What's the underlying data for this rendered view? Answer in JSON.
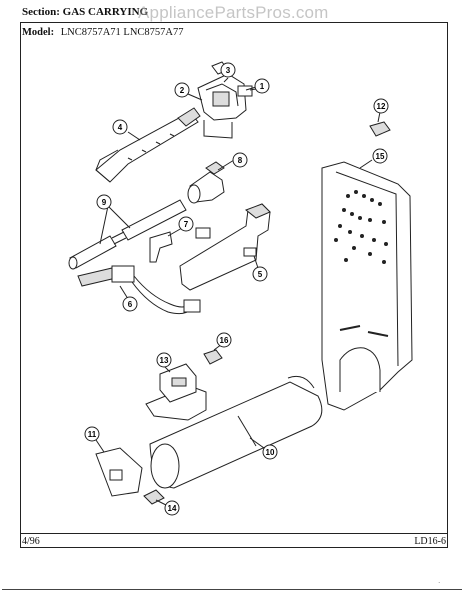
{
  "header": {
    "section_label": "Section:",
    "section_value": "GAS CARRYING",
    "watermark": "AppliancePartsPros.com"
  },
  "model": {
    "label": "Model:",
    "value": "LNC8757A71  LNC8757A77"
  },
  "footer": {
    "date": "4/96",
    "page_code": "LD16-6",
    "bottom_mark": "·"
  },
  "callouts": [
    "1",
    "2",
    "3",
    "4",
    "5",
    "6",
    "7",
    "8",
    "9",
    "10",
    "11",
    "12",
    "13",
    "14",
    "15",
    "16"
  ]
}
